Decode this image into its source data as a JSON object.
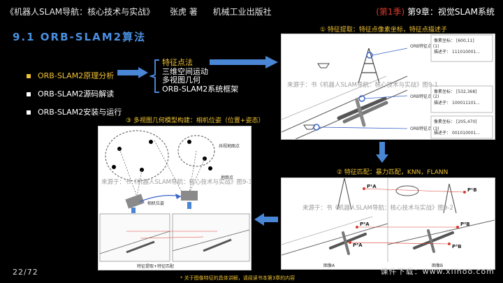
{
  "header": {
    "book": "《机器人SLAM导航：核心技术与实战》",
    "author": "张虎 著",
    "publisher": "机械工业出版社",
    "season": "(第1季)",
    "chapter": "第9章：视觉SLAM系统"
  },
  "section_title": "9.1 ORB-SLAM2算法",
  "menu": [
    {
      "label": "ORB-SLAM2原理分析",
      "active": true
    },
    {
      "label": "ORB-SLAM2源码解读",
      "active": false
    },
    {
      "label": "ORB-SLAM2安装与运行",
      "active": false
    }
  ],
  "branch": {
    "head": "特征点法",
    "items": [
      "三维空间运动",
      "多视图几何",
      "ORB-SLAM2系统框架"
    ]
  },
  "captions": {
    "feature_extract": "① 特征提取：特征点像素坐标，特征点描述子",
    "feature_match": "② 特征匹配：暴力匹配，KNN，FLANN",
    "multiview": "③ 多视图几何模型构建：相机位姿（位置+姿态）"
  },
  "figure1": {
    "watermark": "来源于：书《机器人SLAM导航：核心技术与实战》图9-1",
    "features": [
      {
        "name": "ORB特征点 (1)",
        "coord_label": "像素坐标：",
        "coord": "[600,11]",
        "desc_label": "描述子：",
        "desc": "111010001..."
      },
      {
        "name": "ORB特征点 (2)",
        "coord_label": "像素坐标：",
        "coord": "[532,368]",
        "desc_label": "描述子：",
        "desc": "100011101..."
      },
      {
        "name": "ORB特征点 (3)",
        "coord_label": "像素坐标：",
        "coord": "[205,470]",
        "desc_label": "描述子：",
        "desc": "001010001..."
      }
    ]
  },
  "figure2": {
    "watermark": "来源于：书《机器人SLAM导航：核心技术与实战》图9-2",
    "image_a": "图像A",
    "image_b": "图像B",
    "points_a": [
      "P¹A",
      "P²A",
      "P³A"
    ],
    "points_b": [
      "P¹B",
      "P²B",
      "P³B"
    ]
  },
  "figure3": {
    "watermark": "来源于：书《机器人SLAM导航：核心技术与实战》图9-3",
    "shared_point": "共视地图点",
    "map_point": "地图点",
    "camera_pose": "相机位姿",
    "bottom_label": "特征提取+特征匹配"
  },
  "footer": {
    "page": "22/72",
    "download": "课件下载：www.xiihoo.com",
    "note": "* 关于图像特征的具体讲解，请阅读书本第3章的内容"
  },
  "colors": {
    "accent_yellow": "#f1c232",
    "title_blue": "#4a8fe0",
    "arrow_blue": "#4a86d6",
    "highlight_red": "#d83a2e"
  }
}
